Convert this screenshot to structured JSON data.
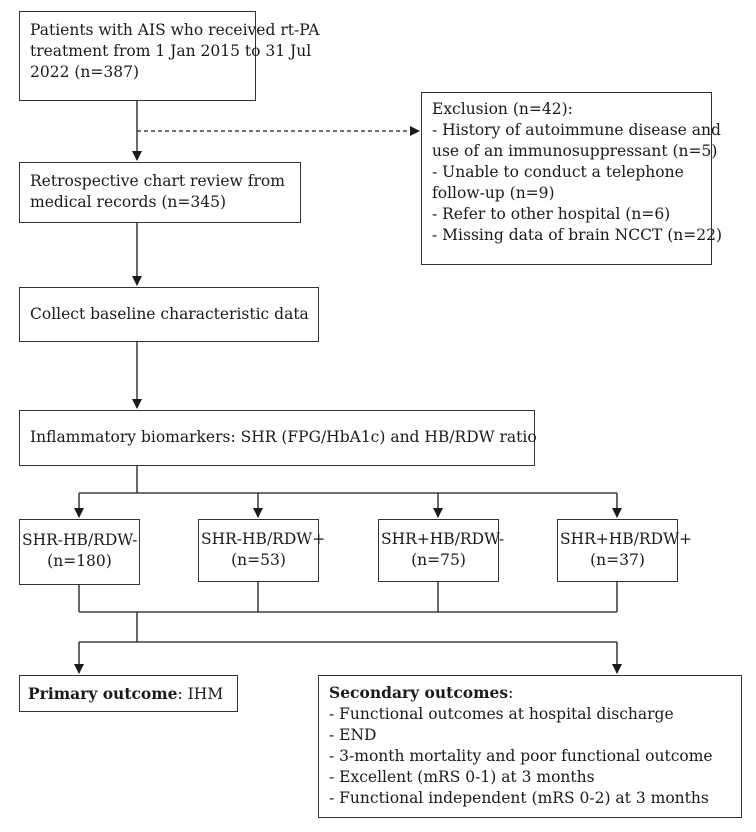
{
  "boxes": {
    "patients": {
      "lines": [
        "Patients with AIS who received rt-PA",
        "treatment from 1 Jan 2015 to 31 Jul",
        "2022 (n=387)"
      ]
    },
    "exclusion": {
      "lines": [
        "Exclusion (n=42):",
        "- History of autoimmune disease and",
        "use of an immunosuppressant (n=5)",
        "- Unable to conduct a telephone",
        "follow-up (n=9)",
        "- Refer to other hospital (n=6)",
        "- Missing data of brain NCCT (n=22)"
      ]
    },
    "chart_review": {
      "lines": [
        "Retrospective chart review from",
        "medical records (n=345)"
      ]
    },
    "baseline": {
      "text": "Collect baseline characteristic data"
    },
    "biomarkers": {
      "text": "Inflammatory biomarkers: SHR (FPG/HbA1c) and HB/RDW ratio"
    },
    "groups": [
      {
        "label": "SHR-HB/RDW-",
        "n": "(n=180)"
      },
      {
        "label": "SHR-HB/RDW+",
        "n": "(n=53)"
      },
      {
        "label": "SHR+HB/RDW-",
        "n": "(n=75)"
      },
      {
        "label": "SHR+HB/RDW+",
        "n": "(n=37)"
      }
    ],
    "primary": {
      "bold": "Primary outcome",
      "rest": ": IHM"
    },
    "secondary": {
      "title": "Secondary outcomes",
      "title_suffix": ":",
      "items": [
        "- Functional outcomes at hospital discharge",
        "- END",
        "- 3-month mortality and poor functional outcome",
        "- Excellent (mRS 0-1) at 3 months",
        "- Functional independent (mRS 0-2) at 3 months"
      ]
    }
  }
}
